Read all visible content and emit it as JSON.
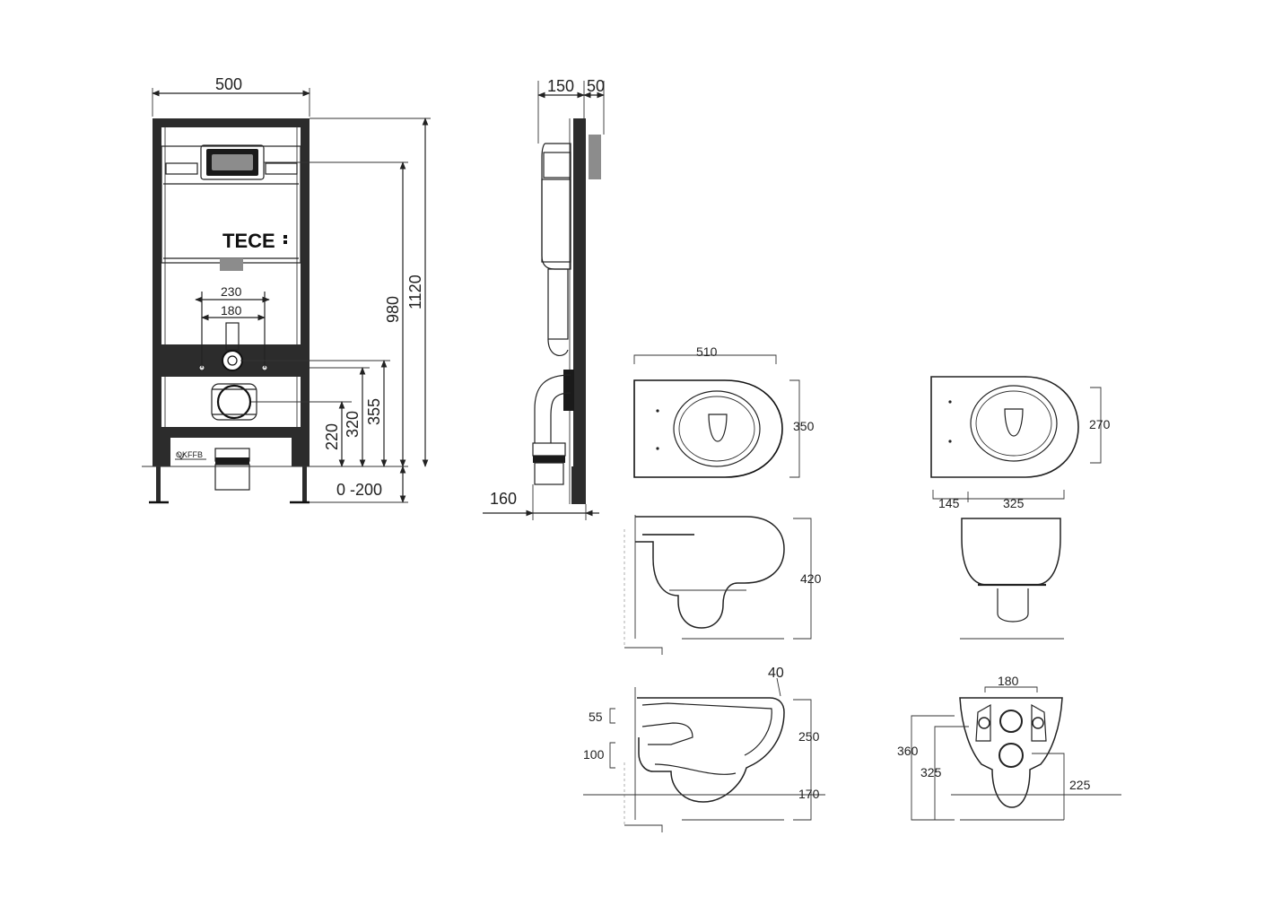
{
  "frame_front": {
    "width": "500",
    "spacing_outer": "230",
    "spacing_inner": "180",
    "height_980": "980",
    "height_1120": "1120",
    "height_355": "355",
    "height_320": "320",
    "height_220": "220",
    "adjust_range": "0 -200",
    "floor_label": "OKFFB",
    "brand": "TECE"
  },
  "frame_side": {
    "depth_150": "150",
    "depth_50": "50",
    "offset_160": "160"
  },
  "bowl_large": {
    "length": "510",
    "width": "350",
    "height": "420",
    "rim_40": "40",
    "h_250": "250",
    "h_55": "55",
    "h_100": "100",
    "h_170": "170"
  },
  "bowl_small": {
    "width": "270",
    "dim_145": "145",
    "dim_325": "325",
    "dim_180": "180",
    "dim_360": "360",
    "dim_325b": "325",
    "dim_225": "225"
  }
}
